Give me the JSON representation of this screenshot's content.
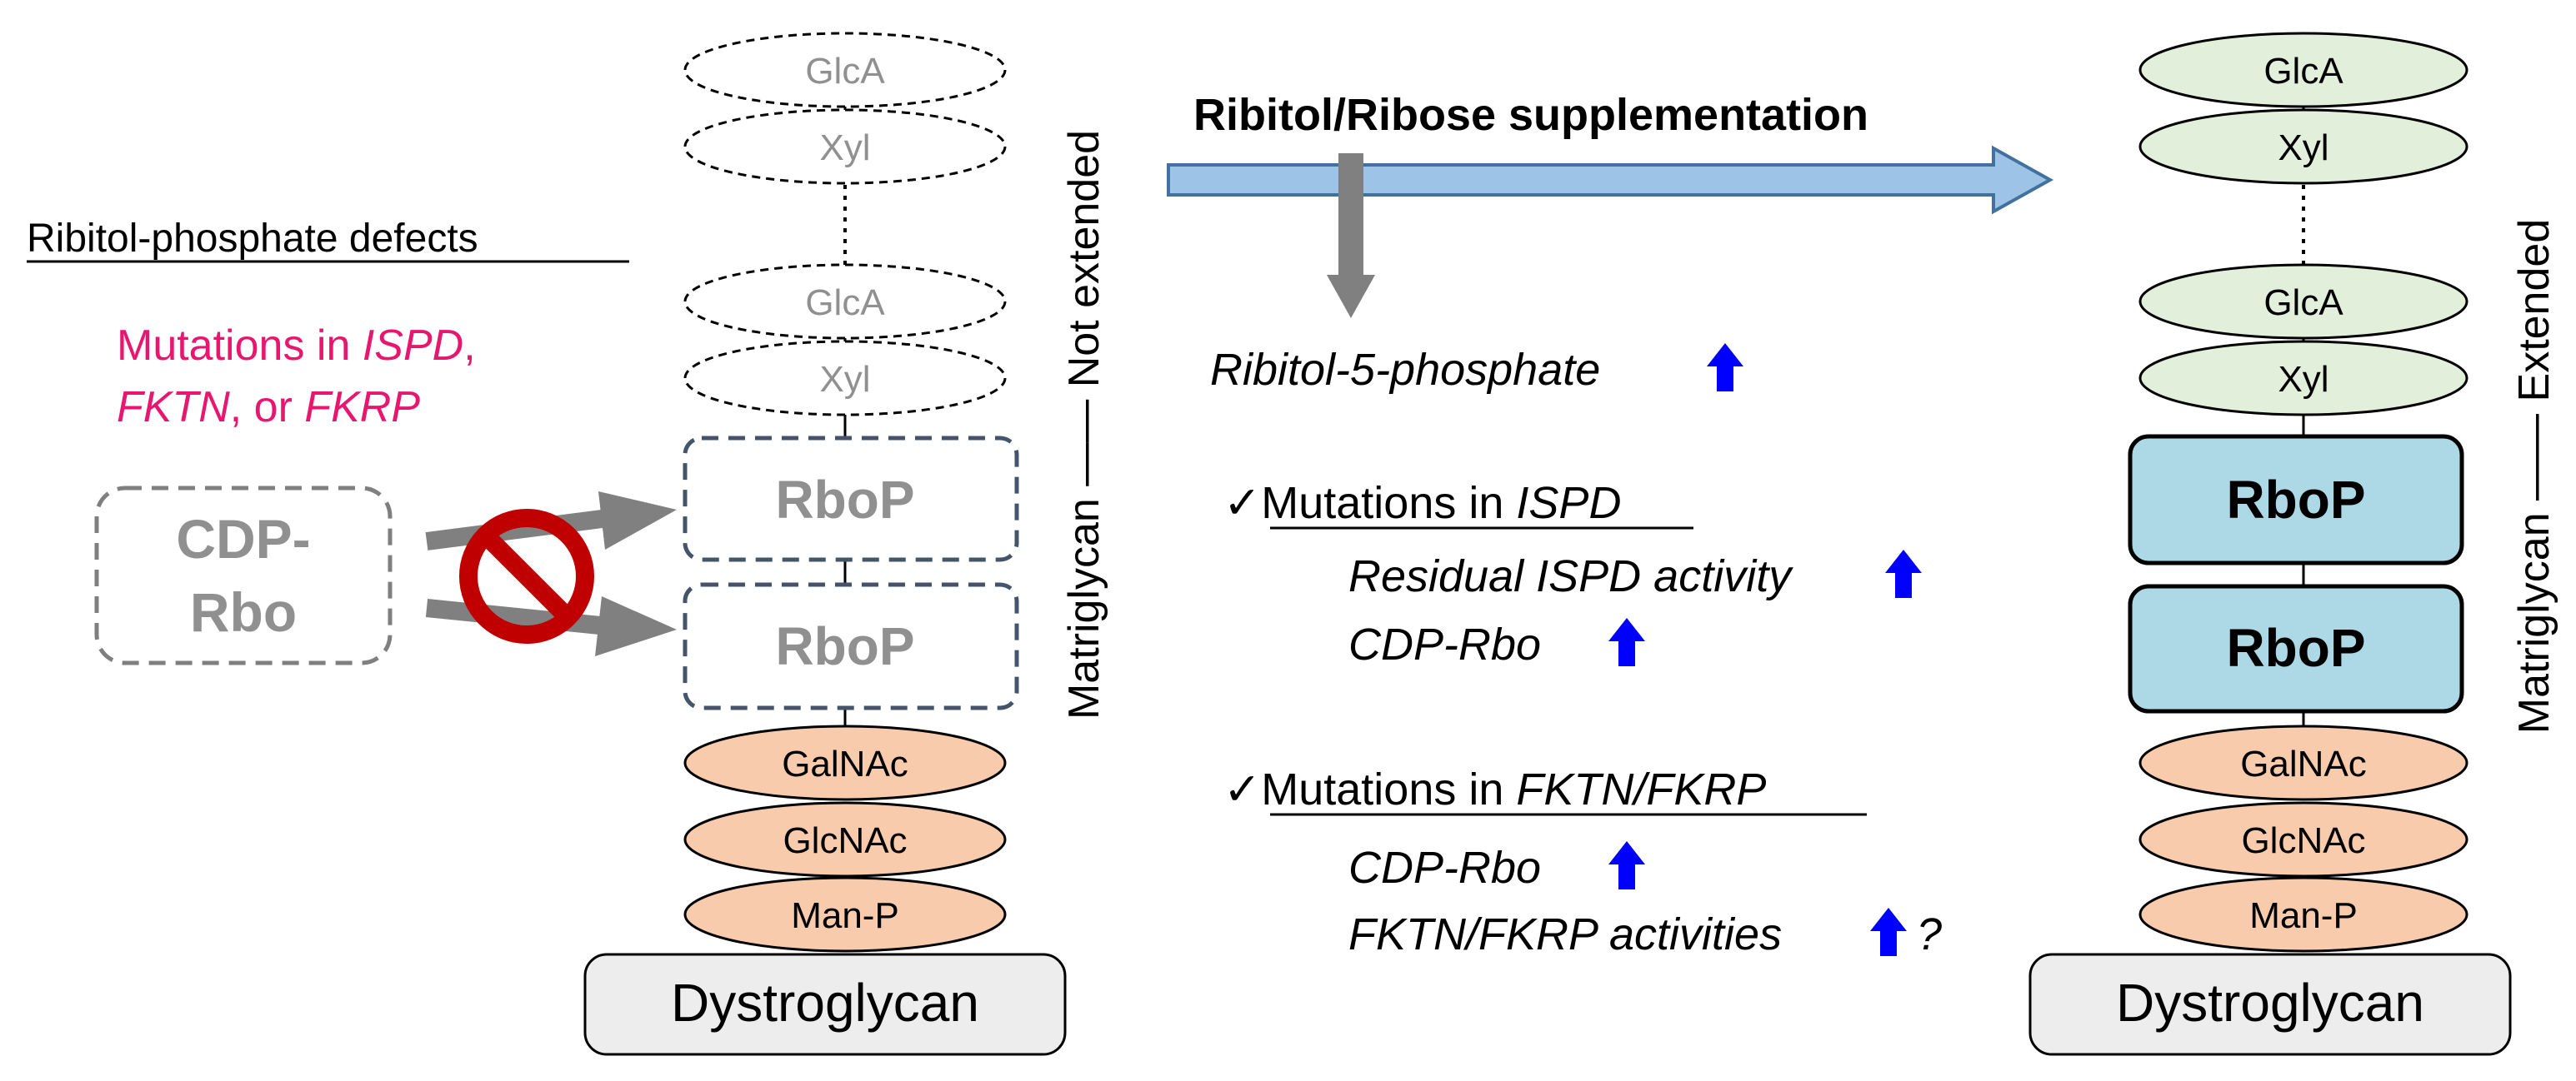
{
  "left": {
    "defects_title": "Ribitol-phosphate defects",
    "mutations_prefix": "Mutations in ",
    "gene_ispd": "ISPD",
    "comma": ",",
    "gene_fktn": "FKTN",
    "or_text": ", or ",
    "gene_fkrp": "FKRP",
    "cdp_line1": "CDP-",
    "cdp_line2": "Rbo",
    "chain": {
      "glca_top": "GlcA",
      "xyl_top": "Xyl",
      "glca_mid": "GlcA",
      "xyl_mid": "Xyl",
      "rbop_upper": "RboP",
      "rbop_lower": "RboP",
      "galnac": "GalNAc",
      "glcnac": "GlcNAc",
      "manp": "Man-P",
      "base": "Dystroglycan"
    },
    "side_label": "Matriglycan —— Not extended"
  },
  "middle": {
    "supplement_title": "Ribitol/Ribose supplementation",
    "r5p": "Ribitol-5-phosphate",
    "check1_mark": "✓",
    "check1_prefix": "Mutations in ",
    "check1_gene": "ISPD",
    "residual": "Residual ISPD activity",
    "cdp_rbo_1": "CDP-Rbo",
    "check2_mark": "✓",
    "check2_prefix": "Mutations in ",
    "check2_gene": "FKTN/FKRP",
    "cdp_rbo_2": "CDP-Rbo",
    "fktn_act": "FKTN/FKRP activities",
    "question": "?"
  },
  "right": {
    "chain": {
      "glca_top": "GlcA",
      "xyl_top": "Xyl",
      "glca_mid": "GlcA",
      "xyl_mid": "Xyl",
      "rbop_upper": "RboP",
      "rbop_lower": "RboP",
      "galnac": "GalNAc",
      "glcnac": "GlcNAc",
      "manp": "Man-P",
      "base": "Dystroglycan"
    },
    "side_label": "Matriglycan —— Extended"
  },
  "colors": {
    "pink": "#e8166f",
    "sugar_green_fill": "#e2efda",
    "core_orange_fill": "#f8cbad",
    "rbop_blue_fill": "#add8e6",
    "dashed_blue": "#44546a",
    "grey_text": "#909090",
    "arrow_blue": "#9dc3e6",
    "arrow_blue_stroke": "#41719c",
    "up_arrow": "#0000ff",
    "prohibit_red": "#c00000",
    "grey_arrow": "#808080"
  }
}
